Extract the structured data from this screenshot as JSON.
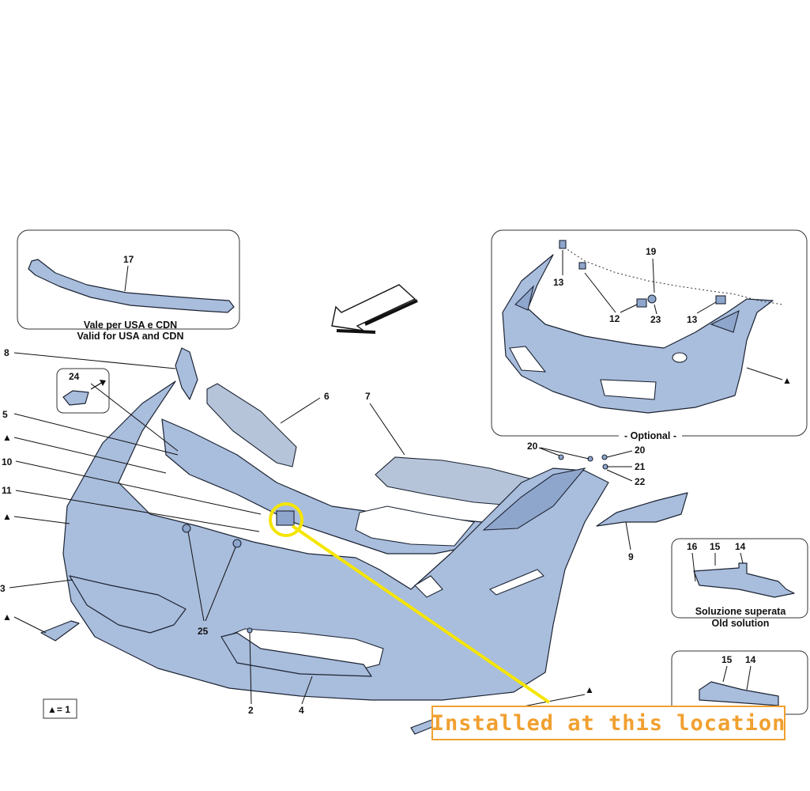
{
  "insets": {
    "usa": {
      "part": "17",
      "caption_it": "Vale per USA e CDN",
      "caption_en": "Valid for USA and CDN"
    },
    "optional": {
      "title": "- Optional -",
      "parts": [
        "13",
        "19",
        "12",
        "23",
        "13"
      ]
    },
    "old_solution": {
      "parts": [
        "16",
        "15",
        "14"
      ],
      "caption_it": "Soluzione superata",
      "caption_en": "Old solution"
    },
    "new_solution": {
      "parts": [
        "15",
        "14"
      ]
    },
    "clip": {
      "part": "24"
    }
  },
  "part_numbers": {
    "p8": "8",
    "p5": "5",
    "p10": "10",
    "p11": "11",
    "p3": "3",
    "p6": "6",
    "p7": "7",
    "p20a": "20",
    "p20b": "20",
    "p21": "21",
    "p22": "22",
    "p9": "9",
    "p25": "25",
    "p2": "2",
    "p4": "4"
  },
  "marker_symbol": "▲",
  "legend": {
    "label": "▲= 1"
  },
  "callout": {
    "text": "Installed at this location",
    "color": "#f0a030",
    "highlight_color": "#f5e500"
  },
  "colors": {
    "part_fill": "#a9bddd",
    "outline": "#1c2433"
  }
}
